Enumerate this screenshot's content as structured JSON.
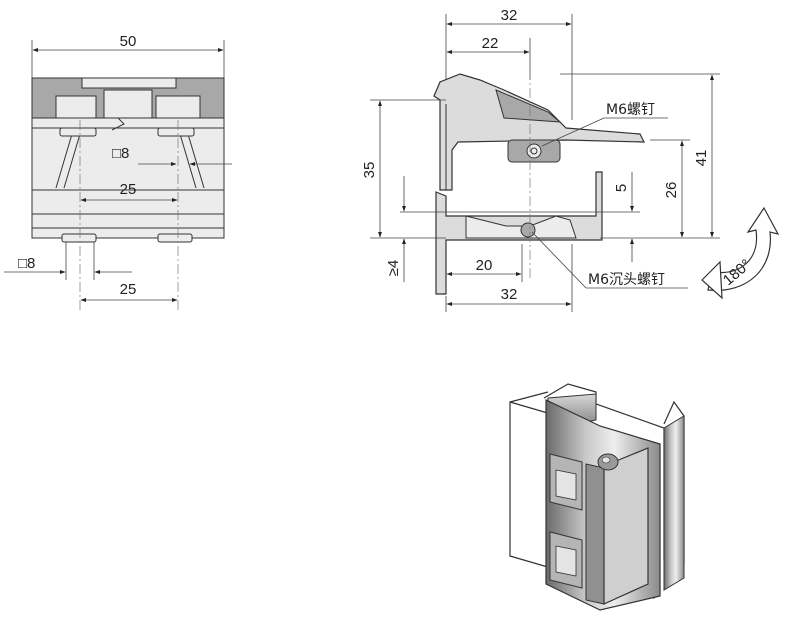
{
  "front_view": {
    "dims": {
      "width": "50",
      "square_upper": "□8",
      "pitch_upper": "25",
      "square_lower": "□8",
      "pitch_lower": "25"
    }
  },
  "side_view": {
    "dims": {
      "top_outer": "32",
      "top_inner": "22",
      "left_height": "35",
      "right_height_outer": "41",
      "right_height_inner": "26",
      "gap": "5",
      "bottom_clearance": "≥4",
      "bottom_inner": "20",
      "bottom_outer": "32"
    },
    "callouts": {
      "screw_top": "M6螺钉",
      "screw_bottom": "M6沉头螺钉"
    },
    "rotation": {
      "label": "180°"
    }
  },
  "colors": {
    "line": "#333333",
    "metal_light": "#ececec",
    "metal_mid": "#dcdcdc",
    "metal_dark": "#a8a8a8"
  }
}
